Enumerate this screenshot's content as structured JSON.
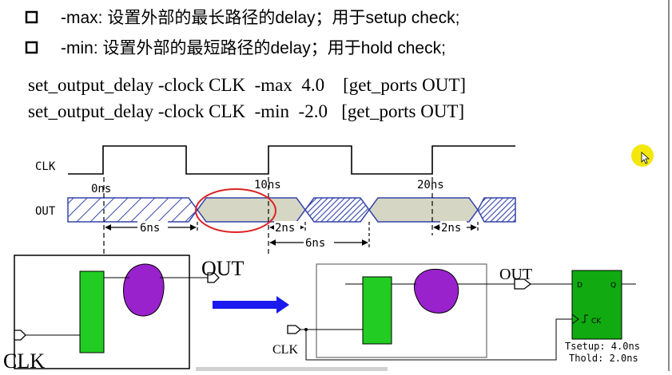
{
  "bullets": [
    {
      "text": "-max: 设置外部的最长路径的delay；用于setup check;"
    },
    {
      "text": "-min: 设置外部的最短路径的delay；用于hold check;"
    }
  ],
  "commands": [
    "set_output_delay -clock CLK  -max  4.0    [get_ports OUT]",
    "set_output_delay -clock CLK  -min  -2.0   [get_ports OUT]"
  ],
  "waveform": {
    "clk_label": "CLK",
    "out_label": "OUT",
    "time_labels": [
      "0ns",
      "10ns",
      "20ns"
    ],
    "intervals": [
      "6ns",
      "2ns",
      "6ns",
      "2ns"
    ]
  },
  "left_block": {
    "out_label": "OUT",
    "clk_label": "CLK"
  },
  "right_block": {
    "out_label": "OUT",
    "clk_label": "CLK",
    "ff_d": "D",
    "ff_q": "Q",
    "ff_ck": "CK",
    "tsetup": "Tsetup: 4.0ns",
    "thold": "Thold: 2.0ns"
  },
  "colors": {
    "register": "#22cc22",
    "logic": "#9922cc",
    "out_fill": "#d6d6c4",
    "hatch": "#3344aa",
    "ellipse": "#dd2222",
    "arrow": "#1a1aee",
    "cursor": "#f2e600"
  }
}
